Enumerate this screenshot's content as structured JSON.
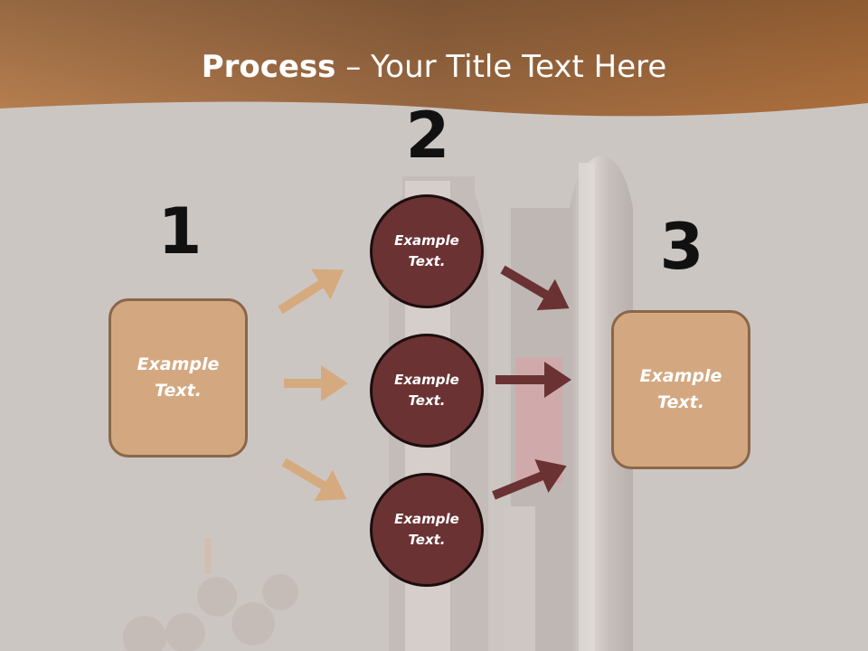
{
  "title": {
    "bold": "Process",
    "rest": " – Your Title Text Here"
  },
  "steps": {
    "one": {
      "number": "1",
      "text": "Example\nText."
    },
    "two": {
      "number": "2",
      "items": [
        {
          "text": "Example\nText."
        },
        {
          "text": "Example\nText."
        },
        {
          "text": "Example\nText."
        }
      ]
    },
    "three": {
      "number": "3",
      "text": "Example\nText."
    }
  },
  "colors": {
    "header": "#a86b3f",
    "box_fill": "#d3a880",
    "box_border": "#8a6749",
    "circle_fill": "#6b3233",
    "circle_border": "#1d0e0e",
    "arrow_light": "#d6aa7f",
    "arrow_dark": "#6b3233"
  }
}
